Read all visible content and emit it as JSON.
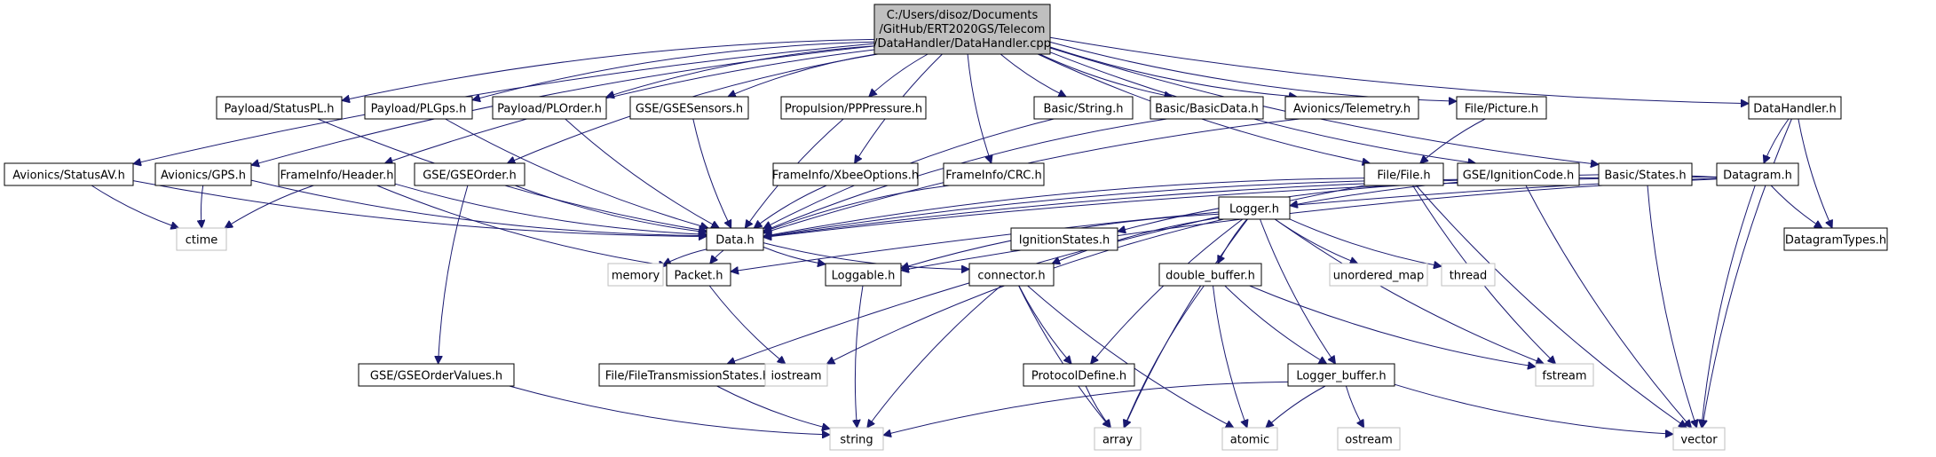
{
  "root": {
    "label_lines": [
      "C:/Users/disoz/Documents",
      "/GitHub/ERT2020GS/Telecom",
      "/DataHandler/DataHandler.cpp"
    ]
  },
  "nodes": [
    {
      "id": "root",
      "label": "C:/Users/disoz/Documents/GitHub/ERT2020GS/Telecom/DataHandler/DataHandler.cpp",
      "kind": "root"
    },
    {
      "id": "payload_statuspl",
      "label": "Payload/StatusPL.h",
      "kind": "local"
    },
    {
      "id": "payload_plgps",
      "label": "Payload/PLGps.h",
      "kind": "local"
    },
    {
      "id": "payload_plorder",
      "label": "Payload/PLOrder.h",
      "kind": "local"
    },
    {
      "id": "gse_gsesensors",
      "label": "GSE/GSESensors.h",
      "kind": "local"
    },
    {
      "id": "propulsion_pppressure",
      "label": "Propulsion/PPPressure.h",
      "kind": "local"
    },
    {
      "id": "basic_string",
      "label": "Basic/String.h",
      "kind": "local"
    },
    {
      "id": "basic_basicdata",
      "label": "Basic/BasicData.h",
      "kind": "local"
    },
    {
      "id": "avionics_telemetry",
      "label": "Avionics/Telemetry.h",
      "kind": "local"
    },
    {
      "id": "file_picture",
      "label": "File/Picture.h",
      "kind": "local"
    },
    {
      "id": "datahandler_h",
      "label": "DataHandler.h",
      "kind": "local"
    },
    {
      "id": "avionics_statusav",
      "label": "Avionics/StatusAV.h",
      "kind": "local"
    },
    {
      "id": "avionics_gps",
      "label": "Avionics/GPS.h",
      "kind": "local"
    },
    {
      "id": "frameinfo_header",
      "label": "FrameInfo/Header.h",
      "kind": "local"
    },
    {
      "id": "gse_gseorder",
      "label": "GSE/GSEOrder.h",
      "kind": "local"
    },
    {
      "id": "frameinfo_xbeeoptions",
      "label": "FrameInfo/XbeeOptions.h",
      "kind": "local"
    },
    {
      "id": "frameinfo_crc",
      "label": "FrameInfo/CRC.h",
      "kind": "local"
    },
    {
      "id": "file_file",
      "label": "File/File.h",
      "kind": "local"
    },
    {
      "id": "gse_ignitioncode",
      "label": "GSE/IgnitionCode.h",
      "kind": "local"
    },
    {
      "id": "basic_states",
      "label": "Basic/States.h",
      "kind": "local"
    },
    {
      "id": "datagram_h",
      "label": "Datagram.h",
      "kind": "local"
    },
    {
      "id": "ctime",
      "label": "ctime",
      "kind": "system"
    },
    {
      "id": "data_h",
      "label": "Data.h",
      "kind": "local"
    },
    {
      "id": "ignitionstates",
      "label": "IgnitionStates.h",
      "kind": "local"
    },
    {
      "id": "logger_h",
      "label": "Logger.h",
      "kind": "local"
    },
    {
      "id": "datagramtypes",
      "label": "DatagramTypes.h",
      "kind": "local"
    },
    {
      "id": "memory",
      "label": "memory",
      "kind": "system"
    },
    {
      "id": "packet_h",
      "label": "Packet.h",
      "kind": "local"
    },
    {
      "id": "loggable_h",
      "label": "Loggable.h",
      "kind": "local"
    },
    {
      "id": "connector_h",
      "label": "connector.h",
      "kind": "local"
    },
    {
      "id": "double_buffer",
      "label": "double_buffer.h",
      "kind": "local"
    },
    {
      "id": "unordered_map",
      "label": "unordered_map",
      "kind": "system"
    },
    {
      "id": "thread",
      "label": "thread",
      "kind": "system"
    },
    {
      "id": "gse_gseordervalues",
      "label": "GSE/GSEOrderValues.h",
      "kind": "local"
    },
    {
      "id": "file_filetransmissionstates",
      "label": "File/FileTransmissionStates.h",
      "kind": "local"
    },
    {
      "id": "iostream",
      "label": "iostream",
      "kind": "system"
    },
    {
      "id": "protocoldefine",
      "label": "ProtocolDefine.h",
      "kind": "local"
    },
    {
      "id": "logger_buffer",
      "label": "Logger_buffer.h",
      "kind": "local"
    },
    {
      "id": "fstream",
      "label": "fstream",
      "kind": "system"
    },
    {
      "id": "string",
      "label": "string",
      "kind": "system"
    },
    {
      "id": "array",
      "label": "array",
      "kind": "system"
    },
    {
      "id": "atomic",
      "label": "atomic",
      "kind": "system"
    },
    {
      "id": "ostream",
      "label": "ostream",
      "kind": "system"
    },
    {
      "id": "vector",
      "label": "vector",
      "kind": "system"
    }
  ],
  "edges": [
    [
      "root",
      "payload_statuspl"
    ],
    [
      "root",
      "payload_plgps"
    ],
    [
      "root",
      "payload_plorder"
    ],
    [
      "root",
      "gse_gsesensors"
    ],
    [
      "root",
      "propulsion_pppressure"
    ],
    [
      "root",
      "basic_string"
    ],
    [
      "root",
      "basic_basicdata"
    ],
    [
      "root",
      "avionics_telemetry"
    ],
    [
      "root",
      "file_picture"
    ],
    [
      "root",
      "datahandler_h"
    ],
    [
      "root",
      "avionics_statusav"
    ],
    [
      "root",
      "avionics_gps"
    ],
    [
      "root",
      "frameinfo_header"
    ],
    [
      "root",
      "gse_gseorder"
    ],
    [
      "root",
      "frameinfo_xbeeoptions"
    ],
    [
      "root",
      "frameinfo_crc"
    ],
    [
      "root",
      "file_file"
    ],
    [
      "root",
      "gse_ignitioncode"
    ],
    [
      "root",
      "basic_states"
    ],
    [
      "payload_statuspl",
      "data_h"
    ],
    [
      "payload_plgps",
      "data_h"
    ],
    [
      "payload_plorder",
      "data_h"
    ],
    [
      "gse_gsesensors",
      "data_h"
    ],
    [
      "propulsion_pppressure",
      "data_h"
    ],
    [
      "basic_string",
      "data_h"
    ],
    [
      "basic_basicdata",
      "data_h"
    ],
    [
      "avionics_telemetry",
      "data_h"
    ],
    [
      "file_picture",
      "file_file"
    ],
    [
      "datahandler_h",
      "datagram_h"
    ],
    [
      "datahandler_h",
      "datagramtypes"
    ],
    [
      "datahandler_h",
      "vector"
    ],
    [
      "avionics_statusav",
      "data_h"
    ],
    [
      "avionics_statusav",
      "ctime"
    ],
    [
      "avionics_gps",
      "data_h"
    ],
    [
      "avionics_gps",
      "ctime"
    ],
    [
      "frameinfo_header",
      "data_h"
    ],
    [
      "frameinfo_header",
      "ctime"
    ],
    [
      "frameinfo_header",
      "packet_h"
    ],
    [
      "gse_gseorder",
      "data_h"
    ],
    [
      "gse_gseorder",
      "gse_gseordervalues"
    ],
    [
      "frameinfo_xbeeoptions",
      "data_h"
    ],
    [
      "frameinfo_crc",
      "data_h"
    ],
    [
      "file_file",
      "data_h"
    ],
    [
      "file_file",
      "file_filetransmissionstates"
    ],
    [
      "file_file",
      "fstream"
    ],
    [
      "file_file",
      "vector"
    ],
    [
      "gse_ignitioncode",
      "data_h"
    ],
    [
      "gse_ignitioncode",
      "ignitionstates"
    ],
    [
      "gse_ignitioncode",
      "vector"
    ],
    [
      "basic_states",
      "data_h"
    ],
    [
      "basic_states",
      "vector"
    ],
    [
      "datagram_h",
      "data_h"
    ],
    [
      "datagram_h",
      "packet_h"
    ],
    [
      "datagram_h",
      "loggable_h"
    ],
    [
      "datagram_h",
      "logger_h"
    ],
    [
      "datagram_h",
      "datagramtypes"
    ],
    [
      "datagram_h",
      "vector"
    ],
    [
      "data_h",
      "memory"
    ],
    [
      "data_h",
      "packet_h"
    ],
    [
      "data_h",
      "loggable_h"
    ],
    [
      "data_h",
      "connector_h"
    ],
    [
      "logger_h",
      "loggable_h"
    ],
    [
      "logger_h",
      "connector_h"
    ],
    [
      "logger_h",
      "double_buffer"
    ],
    [
      "logger_h",
      "unordered_map"
    ],
    [
      "logger_h",
      "thread"
    ],
    [
      "logger_h",
      "iostream"
    ],
    [
      "logger_h",
      "protocoldefine"
    ],
    [
      "logger_h",
      "logger_buffer"
    ],
    [
      "logger_h",
      "fstream"
    ],
    [
      "logger_h",
      "array"
    ],
    [
      "packet_h",
      "iostream"
    ],
    [
      "loggable_h",
      "string"
    ],
    [
      "connector_h",
      "protocoldefine"
    ],
    [
      "connector_h",
      "string"
    ],
    [
      "connector_h",
      "array"
    ],
    [
      "connector_h",
      "atomic"
    ],
    [
      "double_buffer",
      "logger_buffer"
    ],
    [
      "double_buffer",
      "fstream"
    ],
    [
      "double_buffer",
      "array"
    ],
    [
      "double_buffer",
      "atomic"
    ],
    [
      "gse_gseordervalues",
      "string"
    ],
    [
      "file_filetransmissionstates",
      "string"
    ],
    [
      "protocoldefine",
      "array"
    ],
    [
      "logger_buffer",
      "string"
    ],
    [
      "logger_buffer",
      "atomic"
    ],
    [
      "logger_buffer",
      "ostream"
    ],
    [
      "logger_buffer",
      "vector"
    ]
  ]
}
